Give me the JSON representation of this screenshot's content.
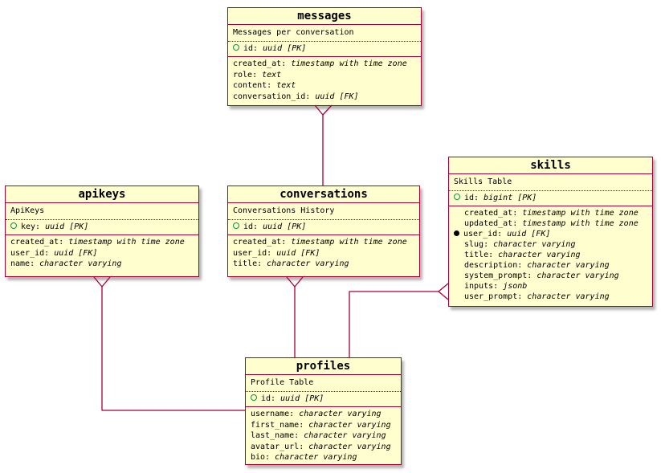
{
  "diagram": {
    "background": "#FFFFFF",
    "colors": {
      "background": "#FFFFFF",
      "table_fill": "#FEFECE",
      "table_border": "#A80036",
      "relationship_line": "#A80036",
      "pk_icon": "#0B9048",
      "fk_bullet": "#000000",
      "text": "#000000"
    }
  },
  "tables": [
    {
      "name": "messages",
      "title": "messages",
      "description": "Messages per conversation",
      "keys": [
        {
          "icon": "pk-circle",
          "name": "id",
          "type": "uuid [PK]"
        }
      ],
      "fields": [
        {
          "name": "created_at",
          "type": "timestamp with time zone"
        },
        {
          "name": "role",
          "type": "text"
        },
        {
          "name": "content",
          "type": "text"
        },
        {
          "name": "conversation_id",
          "type": "uuid [FK]"
        }
      ]
    },
    {
      "name": "apikeys",
      "title": "apikeys",
      "description": "ApiKeys",
      "keys": [
        {
          "icon": "pk-circle",
          "name": "key",
          "type": "uuid [PK]"
        }
      ],
      "fields": [
        {
          "name": "created_at",
          "type": "timestamp with time zone"
        },
        {
          "name": "user_id",
          "type": "uuid [FK]"
        },
        {
          "name": "name",
          "type": "character varying"
        }
      ]
    },
    {
      "name": "conversations",
      "title": "conversations",
      "description": "Conversations History",
      "keys": [
        {
          "icon": "pk-circle",
          "name": "id",
          "type": "uuid [PK]"
        }
      ],
      "fields": [
        {
          "name": "created_at",
          "type": "timestamp with time zone"
        },
        {
          "name": "user_id",
          "type": "uuid [FK]"
        },
        {
          "name": "title",
          "type": "character varying"
        }
      ]
    },
    {
      "name": "skills",
      "title": "skills",
      "description": "Skills Table",
      "fields_indent": true,
      "keys": [
        {
          "icon": "pk-circle",
          "name": "id",
          "type": "bigint [PK]"
        }
      ],
      "fields": [
        {
          "name": "created_at",
          "type": "timestamp with time zone"
        },
        {
          "name": "updated_at",
          "type": "timestamp with time zone"
        },
        {
          "icon": "fk-dot",
          "name": "user_id",
          "type": "uuid [FK]"
        },
        {
          "name": "slug",
          "type": "character varying"
        },
        {
          "name": "title",
          "type": "character varying"
        },
        {
          "name": "description",
          "type": "character varying"
        },
        {
          "name": "system_prompt",
          "type": "character varying"
        },
        {
          "name": "inputs",
          "type": "jsonb"
        },
        {
          "name": "user_prompt",
          "type": "character varying"
        }
      ]
    },
    {
      "name": "profiles",
      "title": "profiles",
      "description": "Profile Table",
      "keys": [
        {
          "icon": "pk-circle",
          "name": "id",
          "type": "uuid [PK]"
        }
      ],
      "fields": [
        {
          "name": "username",
          "type": "character varying"
        },
        {
          "name": "first_name",
          "type": "character varying"
        },
        {
          "name": "last_name",
          "type": "character varying"
        },
        {
          "name": "avatar_url",
          "type": "character varying"
        },
        {
          "name": "bio",
          "type": "character varying"
        }
      ]
    }
  ],
  "relationships": [
    {
      "from": "messages",
      "to": "conversations",
      "many_end": "messages"
    },
    {
      "from": "conversations",
      "to": "profiles",
      "many_end": "conversations"
    },
    {
      "from": "apikeys",
      "to": "profiles",
      "many_end": "apikeys"
    },
    {
      "from": "skills",
      "to": "profiles",
      "many_end": "skills"
    }
  ]
}
